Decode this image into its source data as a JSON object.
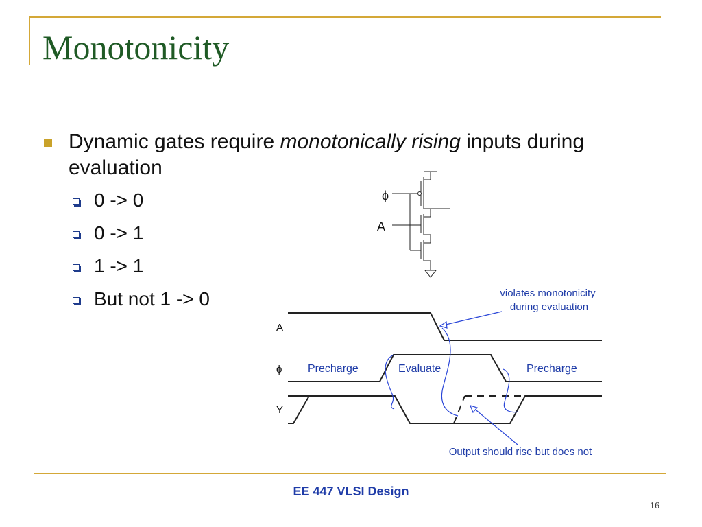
{
  "slide": {
    "title": "Monotonicity",
    "bullet": {
      "prefix": "Dynamic gates require ",
      "emphasis": "monotonically rising",
      "suffix": " inputs during evaluation"
    },
    "subbullets": [
      "0 -> 0",
      "0 -> 1",
      "1 -> 1",
      "But not 1 -> 0"
    ],
    "footer": "EE 447 VLSI Design",
    "page_number": "16"
  },
  "circuit": {
    "clock_label": "ϕ",
    "input_label": "A"
  },
  "timing": {
    "signal_a": "A",
    "signal_phi": "ϕ",
    "signal_y": "Y",
    "phase_precharge_1": "Precharge",
    "phase_evaluate": "Evaluate",
    "phase_precharge_2": "Precharge",
    "note_violation_line1": "violates monotonicity",
    "note_violation_line2": "during evaluation",
    "note_output": "Output should rise but does not"
  },
  "colors": {
    "accent": "#d4a838",
    "title": "#1f5a25",
    "annotation": "#1f3ca8"
  }
}
